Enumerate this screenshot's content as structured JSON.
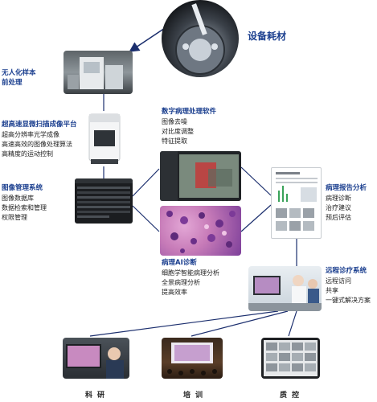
{
  "top": {
    "label": "设备耗材"
  },
  "prep": {
    "title_line1": "无人化样本",
    "title_line2": "前处理"
  },
  "scanner": {
    "title": "超高速显微扫描成像平台",
    "items": [
      "超高分辨率光学成像",
      "高速高效的图像处理算法",
      "高精度的运动控制"
    ]
  },
  "image_mgmt": {
    "title": "图像管理系统",
    "items": [
      "图像数据库",
      "数据检索和管理",
      "权限管理"
    ]
  },
  "software": {
    "title": "数字病理处理软件",
    "items": [
      "图像去噪",
      "对比度调整",
      "特征提取"
    ]
  },
  "report": {
    "title": "病理报告分析",
    "items": [
      "病理诊断",
      "治疗建议",
      "预后评估"
    ]
  },
  "ai": {
    "title": "病理AI诊断",
    "items": [
      "细胞学智能病理分析",
      "全景病理分析",
      "提高效率"
    ]
  },
  "remote": {
    "title": "远程诊疗系统",
    "items": [
      "远程访问",
      "共享",
      "一键式解决方案"
    ]
  },
  "bottom": {
    "research": "科研",
    "training": "培训",
    "qc": "质控"
  },
  "colors": {
    "title_blue": "#1b3f8f",
    "line": "#1c2f6e",
    "tissue_pink": "#d98bc6",
    "tissue_purple": "#7d3f9a"
  },
  "icons": {
    "arrow": "arrow-icon"
  }
}
